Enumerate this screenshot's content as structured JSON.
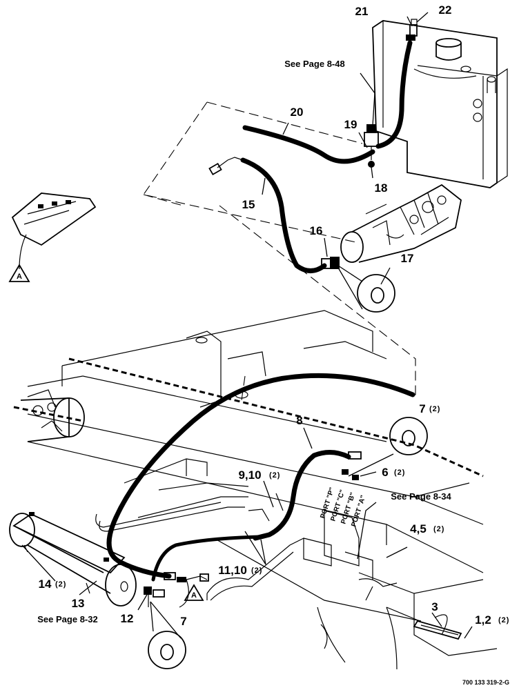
{
  "callouts": {
    "c21": "21",
    "c22": "22",
    "c20": "20",
    "c19": "19",
    "c18": "18",
    "c15": "15",
    "c16": "16",
    "c17": "17",
    "c7a": "7",
    "c8": "8",
    "c6": "6",
    "c9_10": "9,10",
    "c4_5": "4,5",
    "c11_10": "11,10",
    "c14": "14",
    "c13": "13",
    "c12": "12",
    "c7b": "7",
    "c3": "3",
    "c1_2": "1,2"
  },
  "quantities": {
    "q7a": "(2)",
    "q6": "(2)",
    "q9_10": "(2)",
    "q4_5": "(2)",
    "q11_10": "(2)",
    "q14": "(2)",
    "q1_2": "(2)"
  },
  "page_refs": {
    "ref_848": "See Page 8-48",
    "ref_834": "See Page 8-34",
    "ref_832": "See Page 8-32"
  },
  "port_labels": {
    "port_p": "PORT \"P\"",
    "port_c": "PORT \"C\"",
    "port_b": "PORT \"B\"",
    "port_a": "PORT \"A\""
  },
  "markers": {
    "detail_a_upper": "A",
    "detail_a_lower": "A"
  },
  "drawing_number": "700 133 319-2-G"
}
